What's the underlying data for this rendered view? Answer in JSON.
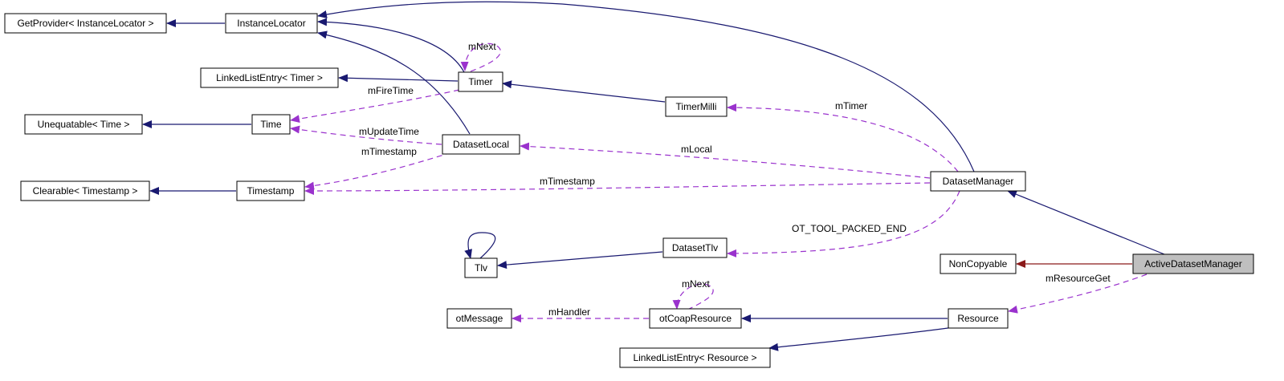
{
  "nodes": {
    "get_provider": "GetProvider< InstanceLocator >",
    "instance_locator": "InstanceLocator",
    "linked_list_entry_timer": "LinkedListEntry< Timer >",
    "timer": "Timer",
    "unequatable_time": "Unequatable< Time >",
    "time": "Time",
    "timer_milli": "TimerMilli",
    "dataset_local": "DatasetLocal",
    "clearable_timestamp": "Clearable< Timestamp >",
    "timestamp": "Timestamp",
    "dataset_manager": "DatasetManager",
    "tlv": "Tlv",
    "dataset_tlv": "DatasetTlv",
    "non_copyable": "NonCopyable",
    "active_dataset_manager": "ActiveDatasetManager",
    "ot_message": "otMessage",
    "ot_coap_resource": "otCoapResource",
    "resource": "Resource",
    "linked_list_entry_resource": "LinkedListEntry< Resource >"
  },
  "edge_labels": {
    "m_next_timer": "mNext",
    "m_fire_time": "mFireTime",
    "m_update_time": "mUpdateTime",
    "m_timestamp_local": "mTimestamp",
    "m_timer": "mTimer",
    "m_local": "mLocal",
    "m_timestamp_manager": "mTimestamp",
    "ot_tool_packed_end": "OT_TOOL_PACKED_END",
    "m_resource_get": "mResourceGet",
    "m_next_coap": "mNext",
    "m_handler": "mHandler"
  },
  "colors": {
    "inheritance": "#191970",
    "private_inheritance": "#8b1a1a",
    "usage": "#9a32cd",
    "focus_fill": "#bfbfbf"
  }
}
